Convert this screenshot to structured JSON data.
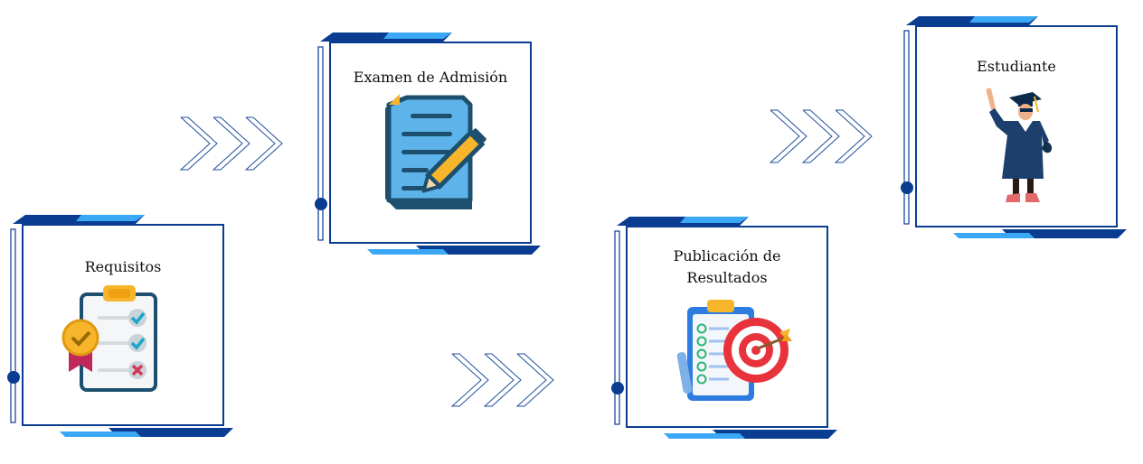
{
  "steps": [
    {
      "title": "Requisitos",
      "icon": "clipboard-checklist-icon"
    },
    {
      "title": "Examen de Admisión",
      "icon": "exam-document-pencil-icon"
    },
    {
      "title": "Publicación de\nResultados",
      "icon": "target-checklist-icon"
    },
    {
      "title": "Estudiante",
      "icon": "graduate-student-icon"
    }
  ],
  "colors": {
    "frame": "#0a3d91",
    "accent": "#3aa8f5",
    "arrow": "#1f4f9c"
  }
}
